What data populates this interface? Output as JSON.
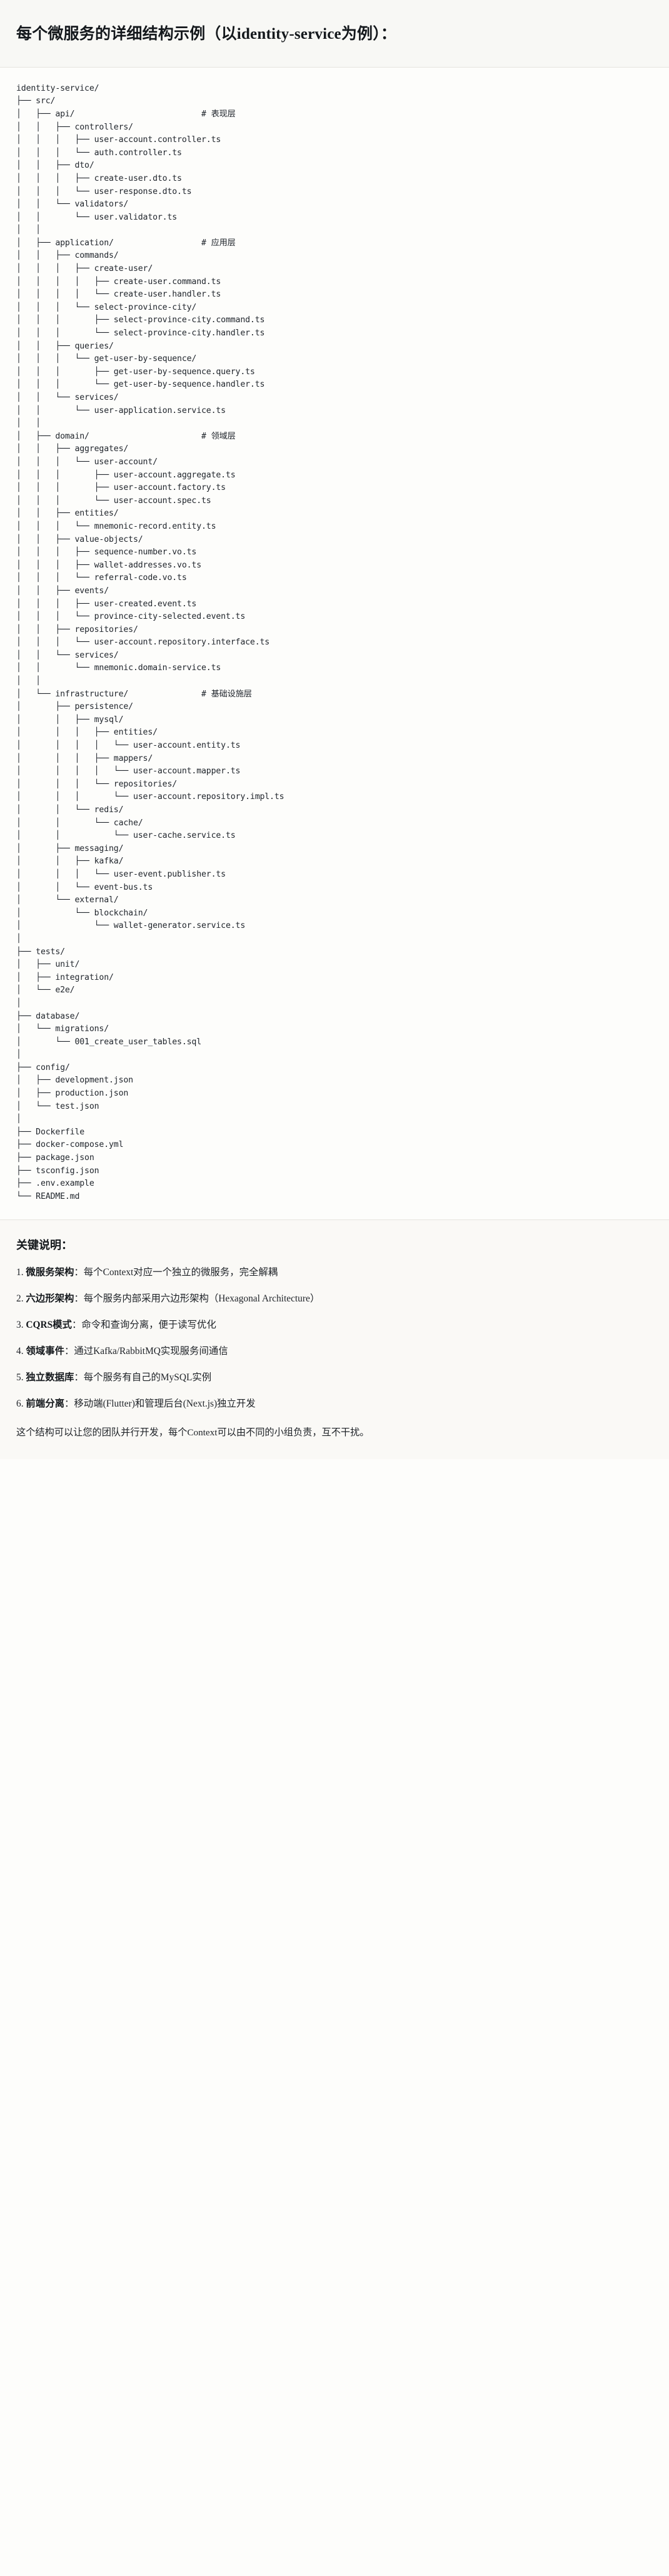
{
  "header": {
    "title": "每个微服务的详细结构示例（以identity-service为例）："
  },
  "tree": {
    "root": "identity-service/",
    "text": "identity-service/\n├── src/\n│   ├── api/                          # 表现层\n│   │   ├── controllers/\n│   │   │   ├── user-account.controller.ts\n│   │   │   └── auth.controller.ts\n│   │   ├── dto/\n│   │   │   ├── create-user.dto.ts\n│   │   │   └── user-response.dto.ts\n│   │   └── validators/\n│   │       └── user.validator.ts\n│   │\n│   ├── application/                  # 应用层\n│   │   ├── commands/\n│   │   │   ├── create-user/\n│   │   │   │   ├── create-user.command.ts\n│   │   │   │   └── create-user.handler.ts\n│   │   │   └── select-province-city/\n│   │   │       ├── select-province-city.command.ts\n│   │   │       └── select-province-city.handler.ts\n│   │   ├── queries/\n│   │   │   └── get-user-by-sequence/\n│   │   │       ├── get-user-by-sequence.query.ts\n│   │   │       └── get-user-by-sequence.handler.ts\n│   │   └── services/\n│   │       └── user-application.service.ts\n│   │\n│   ├── domain/                       # 领域层\n│   │   ├── aggregates/\n│   │   │   └── user-account/\n│   │   │       ├── user-account.aggregate.ts\n│   │   │       ├── user-account.factory.ts\n│   │   │       └── user-account.spec.ts\n│   │   ├── entities/\n│   │   │   └── mnemonic-record.entity.ts\n│   │   ├── value-objects/\n│   │   │   ├── sequence-number.vo.ts\n│   │   │   ├── wallet-addresses.vo.ts\n│   │   │   └── referral-code.vo.ts\n│   │   ├── events/\n│   │   │   ├── user-created.event.ts\n│   │   │   └── province-city-selected.event.ts\n│   │   ├── repositories/\n│   │   │   └── user-account.repository.interface.ts\n│   │   └── services/\n│   │       └── mnemonic.domain-service.ts\n│   │\n│   └── infrastructure/               # 基础设施层\n│       ├── persistence/\n│       │   ├── mysql/\n│       │   │   ├── entities/\n│       │   │   │   └── user-account.entity.ts\n│       │   │   ├── mappers/\n│       │   │   │   └── user-account.mapper.ts\n│       │   │   └── repositories/\n│       │   │       └── user-account.repository.impl.ts\n│       │   └── redis/\n│       │       └── cache/\n│       │           └── user-cache.service.ts\n│       ├── messaging/\n│       │   ├── kafka/\n│       │   │   └── user-event.publisher.ts\n│       │   └── event-bus.ts\n│       └── external/\n│           └── blockchain/\n│               └── wallet-generator.service.ts\n│\n├── tests/\n│   ├── unit/\n│   ├── integration/\n│   └── e2e/\n│\n├── database/\n│   └── migrations/\n│       └── 001_create_user_tables.sql\n│\n├── config/\n│   ├── development.json\n│   ├── production.json\n│   └── test.json\n│\n├── Dockerfile\n├── docker-compose.yml\n├── package.json\n├── tsconfig.json\n├── .env.example\n└── README.md",
    "layer_comments": [
      "# 表现层",
      "# 应用层",
      "# 领域层",
      "# 基础设施层"
    ]
  },
  "notes": {
    "title": "关键说明：",
    "items": [
      {
        "term": "微服务架构",
        "sep": "：",
        "desc": "每个Context对应一个独立的微服务，完全解耦"
      },
      {
        "term": "六边形架构",
        "sep": "：",
        "desc": "每个服务内部采用六边形架构（Hexagonal Architecture）"
      },
      {
        "term": "CQRS模式",
        "sep": "：",
        "desc": "命令和查询分离，便于读写优化"
      },
      {
        "term": "领域事件",
        "sep": "：",
        "desc": "通过Kafka/RabbitMQ实现服务间通信"
      },
      {
        "term": "独立数据库",
        "sep": "：",
        "desc": "每个服务有自己的MySQL实例"
      },
      {
        "term": "前端分离",
        "sep": "：",
        "desc": "移动端(Flutter)和管理后台(Next.js)独立开发"
      }
    ],
    "closing": "这个结构可以让您的团队并行开发，每个Context可以由不同的小组负责，互不干扰。"
  }
}
